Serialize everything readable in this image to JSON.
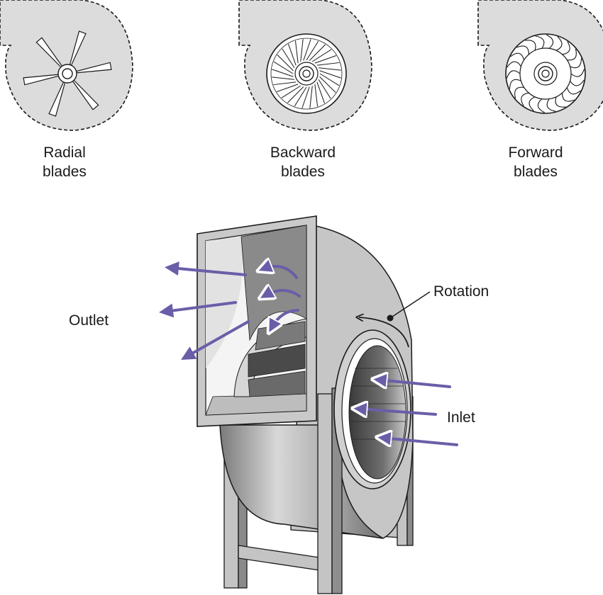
{
  "blade_types": [
    {
      "line1": "Radial",
      "line2": "blades"
    },
    {
      "line1": "Backward",
      "line2": "blades"
    },
    {
      "line1": "Forward",
      "line2": "blades"
    }
  ],
  "callouts": {
    "outlet": "Outlet",
    "rotation": "Rotation",
    "inlet": "Inlet"
  },
  "colors": {
    "airflow": "#6a5ea8",
    "housing": "#bdbdbd",
    "shadow": "#5a5a5a",
    "outline": "#1a1a1a"
  },
  "icons": [
    "radial-impeller-icon",
    "backward-impeller-icon",
    "forward-impeller-icon",
    "centrifugal-fan-icon"
  ]
}
